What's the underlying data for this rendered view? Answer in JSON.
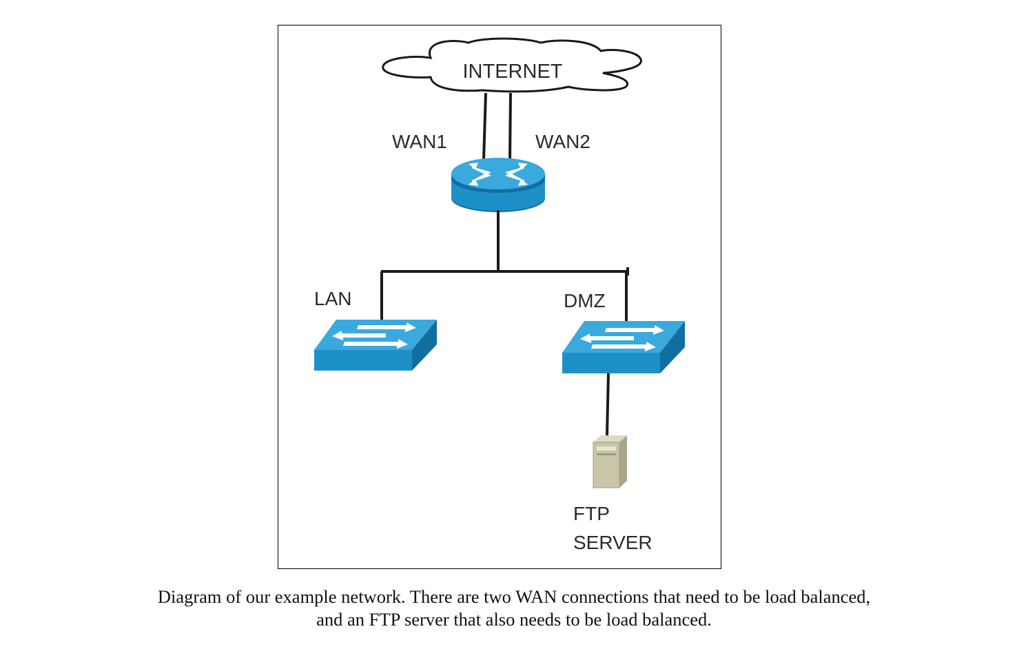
{
  "diagram": {
    "nodes": {
      "internet": "INTERNET",
      "wan1": "WAN1",
      "wan2": "WAN2",
      "lan": "LAN",
      "dmz": "DMZ",
      "ftp_line1": "FTP",
      "ftp_line2": "SERVER"
    },
    "colors": {
      "device_blue": "#1e90c8",
      "device_top": "#3aa9dd",
      "device_dark": "#136ea0",
      "server_beige": "#c9c6a8",
      "line": "#1a1a1a"
    }
  },
  "caption": {
    "line1": "Diagram of our example network. There are two WAN connections that need to be load balanced,",
    "line2": "and an FTP server that also needs to be load balanced."
  }
}
